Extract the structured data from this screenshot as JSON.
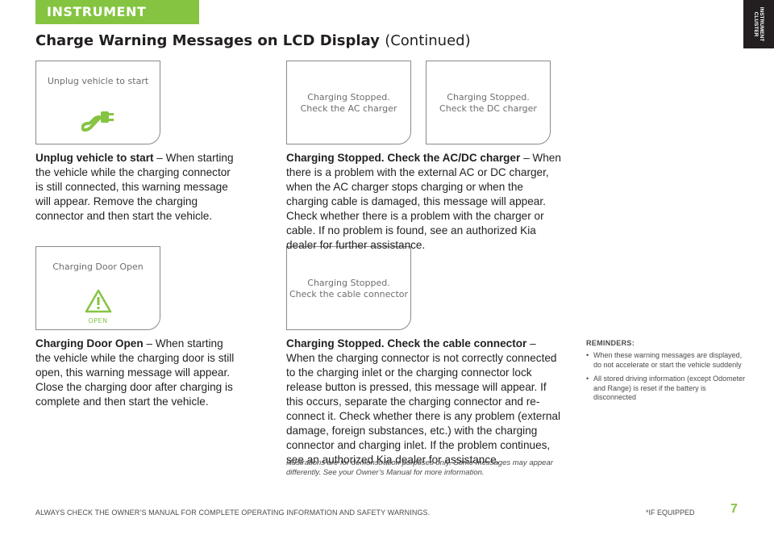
{
  "header": {
    "section_tab": "INSTRUMENT CLUSTER",
    "side_tab": "INSTRUMENT\nCLUSTER",
    "title": "Charge Warning Messages on LCD Display",
    "title_suffix": "(Continued)"
  },
  "lcd_screens": {
    "unplug": {
      "message": "Unplug vehicle to start",
      "icon": "plug-icon"
    },
    "ac": {
      "line1": "Charging Stopped.",
      "line2": "Check the AC charger"
    },
    "dc": {
      "line1": "Charging Stopped.",
      "line2": "Check the DC charger"
    },
    "door": {
      "message": "Charging Door Open",
      "icon": "warning-triangle-icon",
      "icon_label": "OPEN"
    },
    "cable": {
      "line1": "Charging Stopped.",
      "line2": "Check the cable connector"
    }
  },
  "paragraphs": {
    "unplug": {
      "heading": "Unplug vehicle to start",
      "body": " – When starting the vehicle while the charging connector is still connected, this warning message will appear. Remove the charging connector and then start the vehicle."
    },
    "acdc": {
      "heading": "Charging Stopped. Check the AC/DC charger",
      "body": " – When there is a problem with the external AC or DC charger, when the AC charger stops charging or when the charging cable is damaged, this message will appear. Check whether there is a problem with the charger or cable. If no problem is found, see an authorized Kia dealer for further assistance."
    },
    "door": {
      "heading": "Charging Door Open",
      "body": " – When starting the vehicle while the charging door is still open, this warning message will appear. Close the charging door after charging is complete and then start the vehicle."
    },
    "cable": {
      "heading": "Charging Stopped. Check the cable connector",
      "body": " – When the charging connector is not correctly connected to the charging inlet or the charging connector lock release button is pressed, this message will appear. If this occurs, separate the charging connector and re-connect it. Check whether there is any problem (external damage, foreign substances, etc.) with the charging connector and charging inlet. If the problem continues, see an authorized Kia dealer for assistance."
    }
  },
  "disclaimer": "Illustrations are for demonstration purposes only. Some messages may appear differently. See your Owner’s Manual for more information.",
  "reminders": {
    "title": "REMINDERS:",
    "items": [
      "When these warning messages are displayed, do not accelerate or start the vehicle suddenly",
      "All stored driving information (except Odometer and Range) is reset if the battery is disconnected"
    ]
  },
  "footer": {
    "left": "ALWAYS CHECK THE OWNER’S MANUAL FOR COMPLETE OPERATING INFORMATION AND SAFETY WARNINGS.",
    "right": "*IF EQUIPPED",
    "page_number": "7"
  },
  "colors": {
    "accent": "#85c441",
    "dark": "#231f20",
    "lcd_text": "#6d6e71"
  }
}
